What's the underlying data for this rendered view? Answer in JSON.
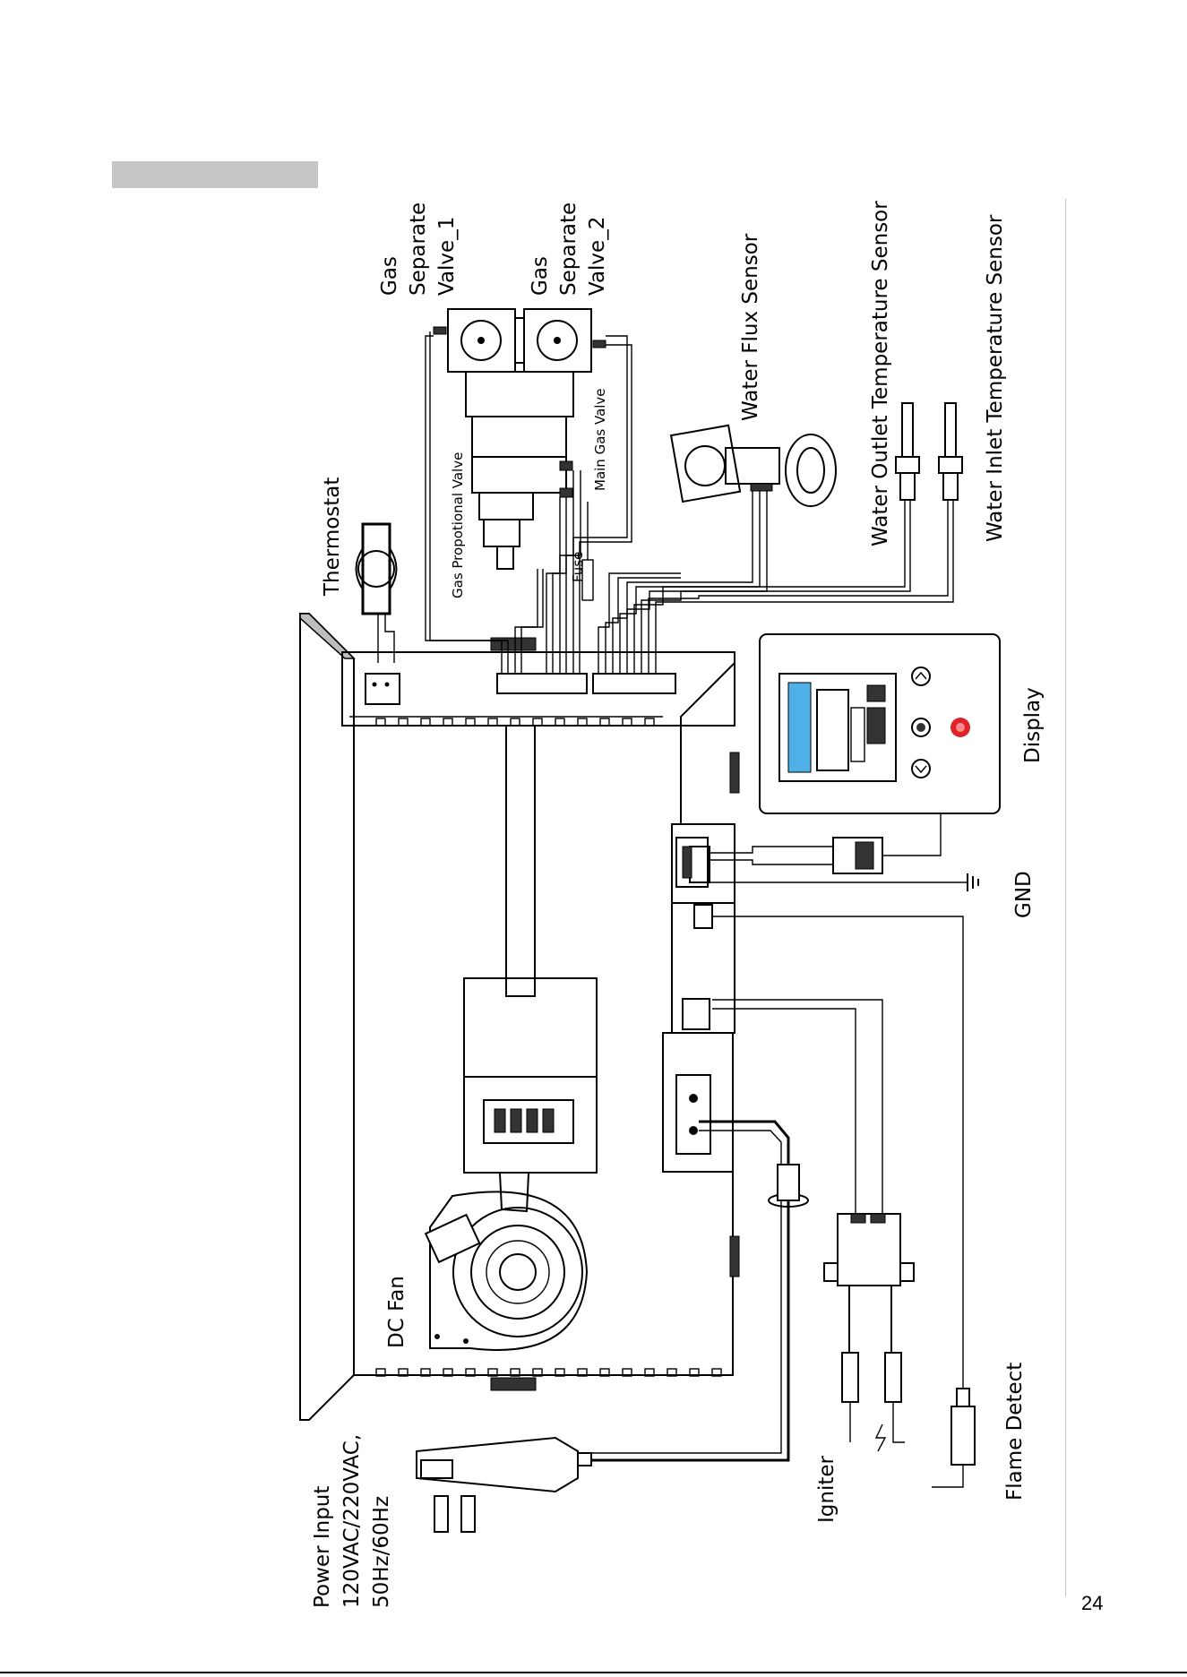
{
  "page": {
    "number": "24"
  },
  "labels": {
    "gas_valve_1": [
      "Gas",
      "Separate",
      "Valve_1"
    ],
    "gas_valve_2": [
      "Gas",
      "Separate",
      "Valve_2"
    ],
    "water_flux_sensor": "Water Flux Sensor",
    "water_outlet_sensor": "Water Outlet Temperature Sensor",
    "water_inlet_sensor": "Water Inlet Temperature Sensor",
    "thermostat": "Thermostat",
    "gas_proportional_valve": "Gas Propotional Valve",
    "main_gas_valve": "Main Gas Valve",
    "fuse": "Fuse",
    "display": "Display",
    "gnd": "GND",
    "dc_fan": "DC Fan",
    "igniter": "Igniter",
    "flame_detect": "Flame Detect",
    "power_input": [
      "Power Input",
      "120VAC/220VAC,",
      "50Hz/60Hz"
    ]
  },
  "display_panel": {
    "accent_color": "#4fb0e8",
    "power_button_color": "#e0242c",
    "icons": [
      "up-arrow-icon",
      "power-icon",
      "down-arrow-icon"
    ]
  }
}
